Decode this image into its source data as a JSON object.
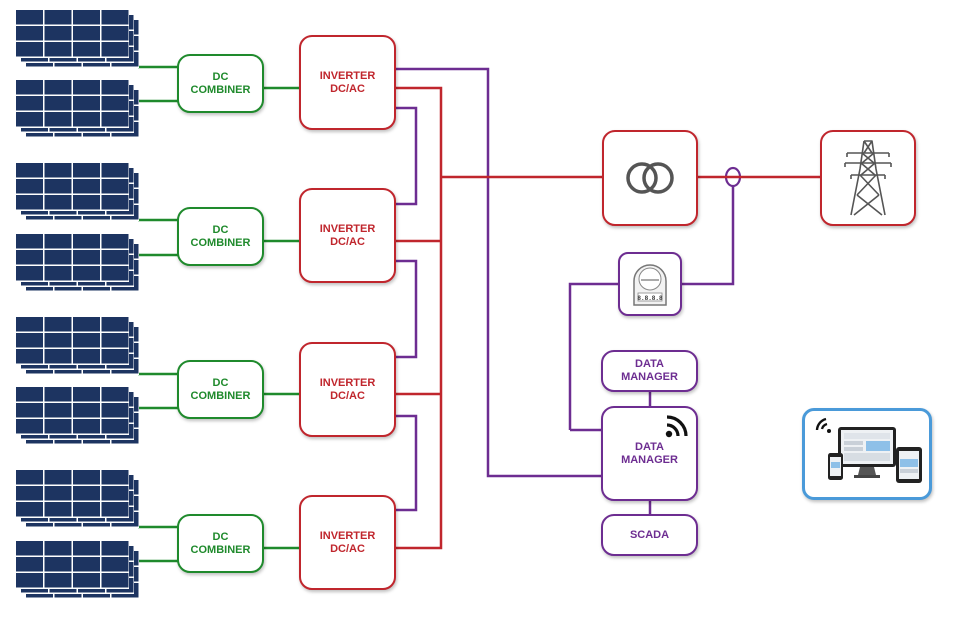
{
  "colors": {
    "dc_line": "#1f8a2c",
    "ac_line": "#c0262d",
    "data_line": "#6d2d91",
    "monitor_border": "#4a9ad9",
    "solar_panel": "#1d3461"
  },
  "icons": {
    "solar_panel": "solar-panel-array-icon",
    "transformer": "transformer-icon",
    "grid": "transmission-tower-icon",
    "meter": "energy-meter-icon",
    "wireless": "wifi-signal-icon",
    "remote_monitoring": "multi-device-monitoring-icon"
  },
  "dc_combiners": [
    {
      "line1": "DC",
      "line2": "COMBINER"
    },
    {
      "line1": "DC",
      "line2": "COMBINER"
    },
    {
      "line1": "DC",
      "line2": "COMBINER"
    },
    {
      "line1": "DC",
      "line2": "COMBINER"
    }
  ],
  "inverters": [
    {
      "line1": "INVERTER",
      "line2": "DC/AC"
    },
    {
      "line1": "INVERTER",
      "line2": "DC/AC"
    },
    {
      "line1": "INVERTER",
      "line2": "DC/AC"
    },
    {
      "line1": "INVERTER",
      "line2": "DC/AC"
    }
  ],
  "data_manager_top": {
    "line1": "DATA",
    "line2": "MANAGER"
  },
  "data_manager_main": {
    "line1": "DATA",
    "line2": "MANAGER"
  },
  "scada": {
    "label": "SCADA"
  },
  "meter_digits": "8.8.8.8"
}
